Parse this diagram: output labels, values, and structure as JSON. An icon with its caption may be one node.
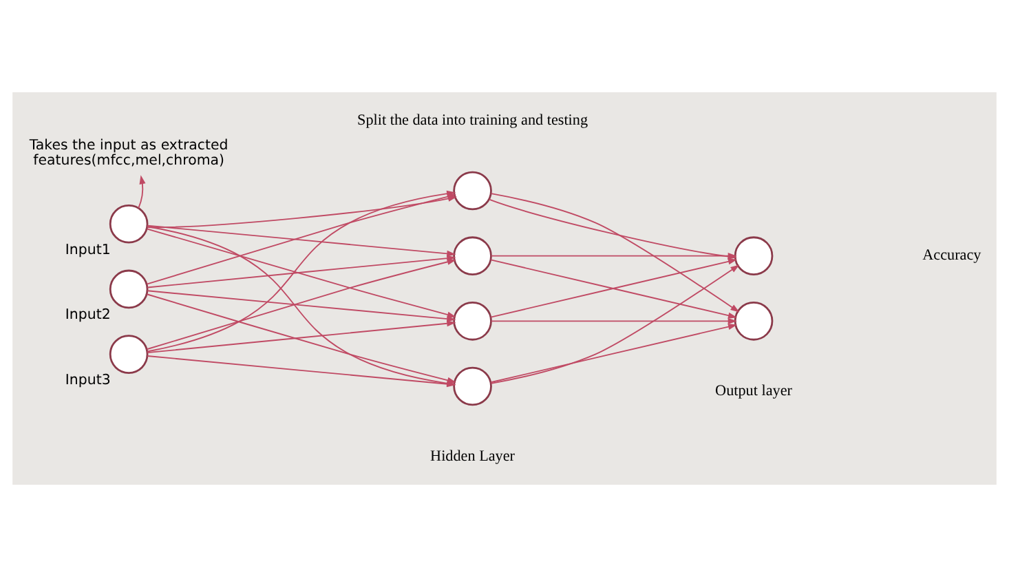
{
  "diagram": {
    "nodes": [
      {
        "text": [
          "Takes the input as extracted features(mfcc,mel,chroma)"
        ]
      },
      {
        "text": [],
        "shape": "circle",
        "beside": [
          "Input1"
        ]
      },
      {
        "text": [],
        "shape": "circle",
        "beside": [
          "Input2"
        ]
      },
      {
        "text": [],
        "shape": "circle",
        "beside": [
          "Input3"
        ]
      },
      {
        "text": [],
        "shape": "circle",
        "beside": [
          "Split the data into training and testing"
        ]
      },
      {
        "text": [],
        "shape": "circle"
      },
      {
        "text": [],
        "shape": "circle"
      },
      {
        "text": [],
        "shape": "circle"
      },
      {
        "text": [],
        "shape": "circle"
      },
      {
        "text": [],
        "shape": "circle"
      }
    ],
    "edges": [
      {
        "from": 1,
        "to": 0,
        "arrow": "to"
      },
      {
        "from": 1,
        "to": 4,
        "arrow": "to"
      },
      {
        "from": 1,
        "to": 5,
        "arrow": "to"
      },
      {
        "from": 1,
        "to": 6,
        "arrow": "to"
      },
      {
        "from": 1,
        "to": 7,
        "arrow": "to"
      },
      {
        "from": 2,
        "to": 4,
        "arrow": "to"
      },
      {
        "from": 2,
        "to": 5,
        "arrow": "to"
      },
      {
        "from": 2,
        "to": 6,
        "arrow": "to"
      },
      {
        "from": 2,
        "to": 7,
        "arrow": "to"
      },
      {
        "from": 3,
        "to": 4,
        "arrow": "to"
      },
      {
        "from": 3,
        "to": 5,
        "arrow": "to"
      },
      {
        "from": 3,
        "to": 6,
        "arrow": "to"
      },
      {
        "from": 3,
        "to": 7,
        "arrow": "to"
      },
      {
        "from": 4,
        "to": 8,
        "arrow": "to"
      },
      {
        "from": 4,
        "to": 9,
        "arrow": "to"
      },
      {
        "from": 5,
        "to": 8,
        "arrow": "to"
      },
      {
        "from": 5,
        "to": 9,
        "arrow": "to"
      },
      {
        "from": 6,
        "to": 8,
        "arrow": "to"
      },
      {
        "from": 6,
        "to": 9,
        "arrow": "to"
      },
      {
        "from": 7,
        "to": 8,
        "arrow": "to"
      },
      {
        "from": 7,
        "to": 9,
        "arrow": "to"
      }
    ],
    "labels": [
      "Accuracy",
      "Output layer",
      "Hidden Layer"
    ]
  }
}
